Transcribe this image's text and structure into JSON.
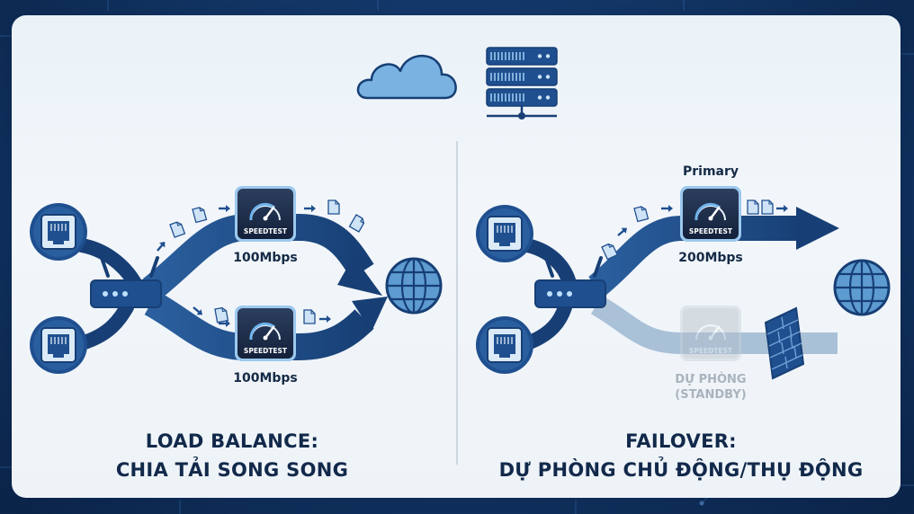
{
  "top_icons": {
    "cloud": "cloud-icon",
    "server": "server-stack-icon"
  },
  "load_balance": {
    "title_line1": "LOAD BALANCE:",
    "title_line2": "CHIA TẢI SONG SONG",
    "gauge_text": "SPEEDTEST",
    "top_speed": "100Mbps",
    "bottom_speed": "100Mbps"
  },
  "failover": {
    "title_line1": "FAILOVER:",
    "title_line2": "DỰ PHÒNG CHỦ ĐỘNG/THỤ ĐỘNG",
    "gauge_text": "SPEEDTEST",
    "primary_label": "Primary",
    "primary_speed": "200Mbps",
    "standby_line1": "DỰ PHÒNG",
    "standby_line2": "(STANDBY)"
  },
  "colors": {
    "dark_blue": "#173f75",
    "flow_blue": "#1f4f8f",
    "light_blue": "#5d9bd1",
    "standby_gray": "#9db4cb"
  }
}
